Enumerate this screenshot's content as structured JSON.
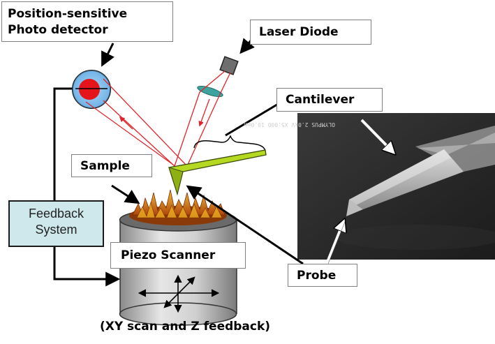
{
  "labels": {
    "photodetector_line1": "Position-sensitive",
    "photodetector_line2": "Photo detector",
    "laser": "Laser Diode",
    "cantilever": "Cantilever",
    "sample": "Sample",
    "feedback_line1": "Feedback",
    "feedback_line2": "System",
    "piezo": "Piezo Scanner",
    "probe": "Probe",
    "caption": "(XY scan and Z feedback)"
  },
  "sem_caption_text": "OLYMPUS 2.0kV X5.000 10.0mm",
  "colors": {
    "laser_beam": "#e0242a",
    "detector_ring": "#6fb3e8",
    "detector_spot": "#e4141a",
    "cantilever": "#b5d820",
    "feedback_fill": "#cfe8ec",
    "scanner_body": "#c8c8c8",
    "sample_surface": "#d98a14",
    "lens": "#3ea39e"
  }
}
